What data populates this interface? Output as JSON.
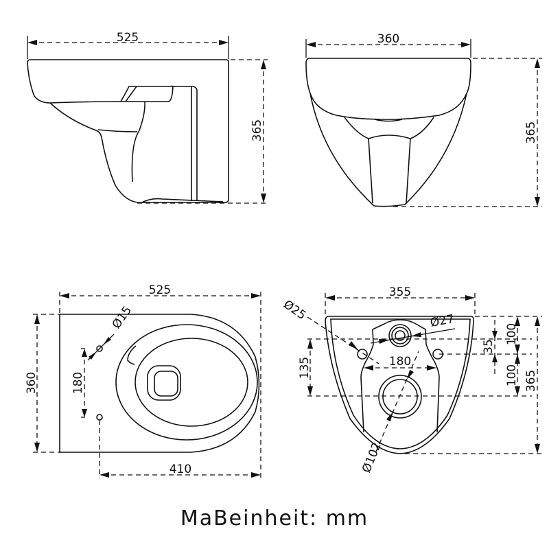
{
  "caption": "MaBeinheit: mm",
  "views": {
    "side": {
      "width_label": "525",
      "height_label": "365"
    },
    "front": {
      "width_label": "360",
      "height_label": "365"
    },
    "top": {
      "length_label": "525",
      "width_label": "360",
      "hole_spacing_label": "180",
      "hole_diameter_label": "Ø15",
      "hole_to_front_label": "410"
    },
    "back": {
      "width_label": "355",
      "inlet_diameter_label": "Ø27",
      "bolt_diameter_label": "Ø25",
      "bolt_spacing_label": "180",
      "outlet_diameter_label": "Ø102",
      "inlet_to_bolt_label": "35",
      "top_to_bolt_label": "100",
      "bolt_to_outlet_label": "100",
      "inlet_to_outlet_label": "135",
      "height_label": "365"
    }
  },
  "units": "mm"
}
